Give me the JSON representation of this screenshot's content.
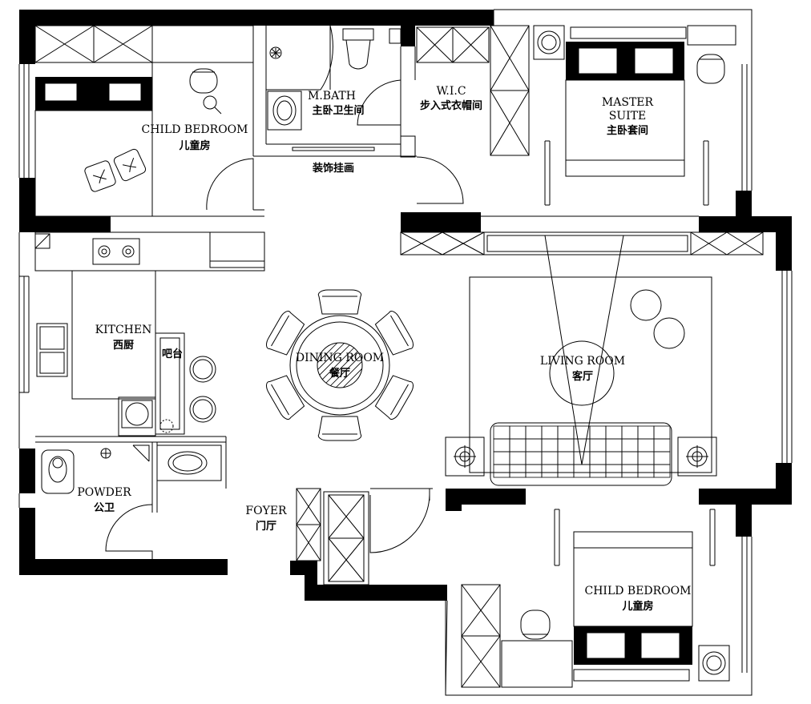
{
  "rooms": {
    "child_bedroom_1": {
      "en": "CHILD  BEDROOM",
      "zh": "儿童房"
    },
    "master_bath": {
      "en": "M.BATH",
      "zh": "主卧卫生间"
    },
    "wic": {
      "en": "W.I.C",
      "zh": "步入式衣帽间"
    },
    "master_suite": {
      "en_line1": "MASTER",
      "en_line2": "SUITE",
      "zh": "主卧套间"
    },
    "decor_painting": {
      "zh": "装饰挂画"
    },
    "kitchen": {
      "en": "KITCHEN",
      "zh": "西厨"
    },
    "bar": {
      "zh": "吧台"
    },
    "dining_room": {
      "en": "DINING  ROOM",
      "zh": "餐厅"
    },
    "living_room": {
      "en": "LIVING  ROOM",
      "zh": "客厅"
    },
    "powder": {
      "en": "POWDER",
      "zh": "公卫"
    },
    "foyer": {
      "en": "FOYER",
      "zh": "门厅"
    },
    "child_bedroom_2": {
      "en": "CHILD  BEDROOM",
      "zh": "儿童房"
    }
  },
  "colors": {
    "wall": "#000000",
    "line": "#000000",
    "background": "#ffffff"
  }
}
